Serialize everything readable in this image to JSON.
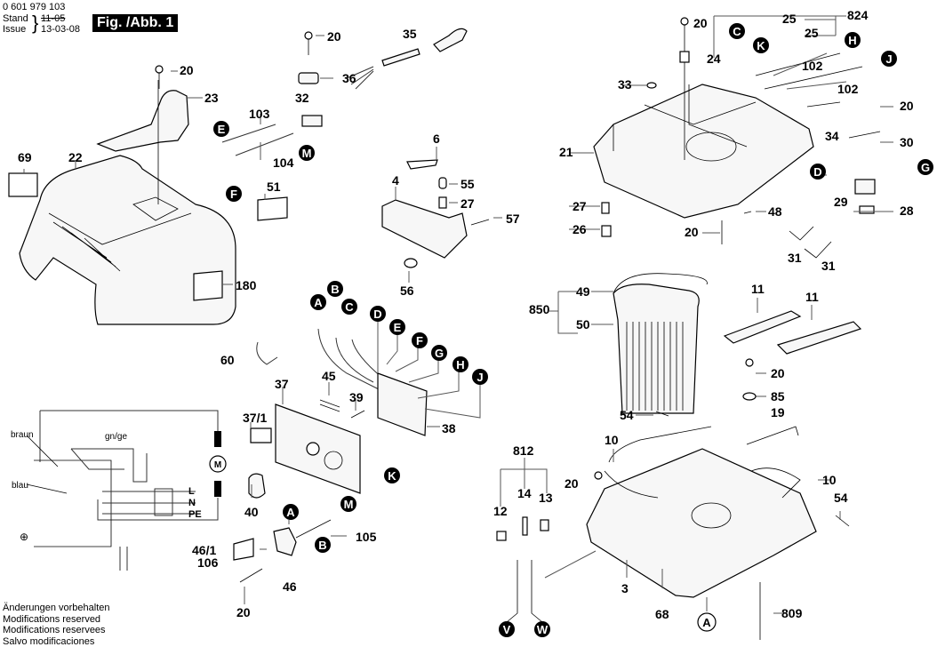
{
  "header": {
    "part_number": "0 601 979 103",
    "stand_label": "Stand",
    "issue_label": "Issue",
    "stand_date_struck": "11-05",
    "issue_date": "13-03-08",
    "figure_label": "Fig. /Abb. 1"
  },
  "notes": [
    "Änderungen vorbehalten",
    "Modifications reserved",
    "Modifications reservees",
    "Salvo modificaciones"
  ],
  "wiring": {
    "wire_brown": "braun",
    "wire_green_yellow": "gn/ge",
    "wire_blue": "blau",
    "terminal_l": "L",
    "terminal_n": "N",
    "terminal_pe": "PE",
    "motor": "M",
    "ground_symbol": "⊕"
  },
  "callouts": {
    "top_left": [
      "20",
      "23",
      "69",
      "22",
      "51",
      "180"
    ],
    "cable": [
      "20",
      "35",
      "36",
      "32",
      "103",
      "104"
    ],
    "handle": [
      "6",
      "55",
      "27",
      "4",
      "57",
      "56"
    ],
    "electronics": [
      "60",
      "45",
      "37",
      "39",
      "37/1",
      "38",
      "40",
      "105",
      "46/1",
      "106",
      "46",
      "20"
    ],
    "top_right": [
      "824",
      "25",
      "25",
      "20",
      "24",
      "102",
      "102",
      "33",
      "20",
      "21",
      "34",
      "30",
      "29",
      "28",
      "27",
      "26",
      "20",
      "48",
      "31",
      "31"
    ],
    "filter": [
      "850",
      "49",
      "50",
      "11",
      "11",
      "20",
      "85",
      "19",
      "54"
    ],
    "base": [
      "812",
      "14",
      "13",
      "12",
      "20",
      "10",
      "10",
      "54",
      "3",
      "68",
      "809"
    ],
    "base_marker": "A"
  },
  "bubbles": {
    "E": "E",
    "F": "F",
    "M": "M",
    "A": "A",
    "B": "B",
    "C": "C",
    "D": "D",
    "G": "G",
    "H": "H",
    "J": "J",
    "K": "K",
    "V": "V",
    "W": "W"
  }
}
